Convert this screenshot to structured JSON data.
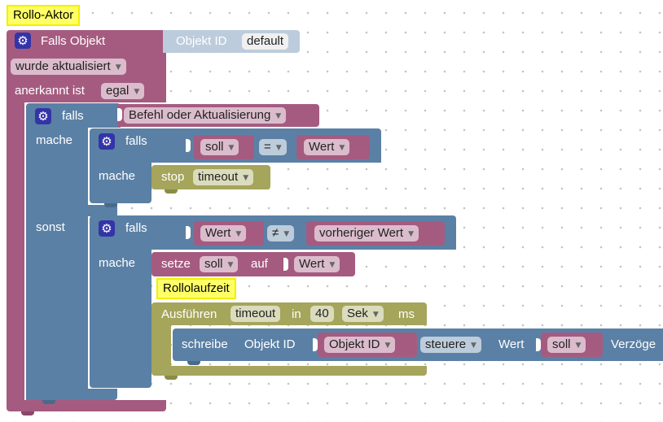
{
  "comments": {
    "rollo_aktor": "Rollo-Aktor",
    "rollolaufzeit": "Rollolaufzeit"
  },
  "trigger": {
    "label": "Falls Objekt",
    "objekt_id_label": "Objekt ID",
    "objekt_id_value": "default",
    "aktualisiert": "wurde aktualisiert",
    "anerkannt_label": "anerkannt ist",
    "anerkannt_value": "egal"
  },
  "outer_if": {
    "falls": "falls",
    "condition": "Befehl oder Aktualisierung",
    "mache": "mache",
    "sonst": "sonst"
  },
  "inner_if1": {
    "falls": "falls",
    "left": "soll",
    "op": "=",
    "right": "Wert",
    "mache": "mache",
    "stop_label": "stop",
    "stop_value": "timeout"
  },
  "inner_if2": {
    "falls": "falls",
    "left": "Wert",
    "op": "≠",
    "right": "vorheriger Wert",
    "mache": "mache",
    "setze_label": "setze",
    "setze_var": "soll",
    "auf_label": "auf",
    "auf_value": "Wert"
  },
  "timeout_block": {
    "ausfuehren": "Ausführen",
    "name": "timeout",
    "in_label": "in",
    "amount": "40",
    "unit": "Sek",
    "ms": "ms"
  },
  "write_block": {
    "schreibe": "schreibe",
    "objekt_id_label": "Objekt ID",
    "objekt_id_value": "Objekt ID",
    "mode": "steuere",
    "wert_label": "Wert",
    "wert_value": "soll",
    "verzoegerung": "Verzöge"
  },
  "colors": {
    "event_block": "#A55B80",
    "control_block": "#5B80A5",
    "timer_block": "#A5A55B",
    "comment": "#FFFF66"
  }
}
